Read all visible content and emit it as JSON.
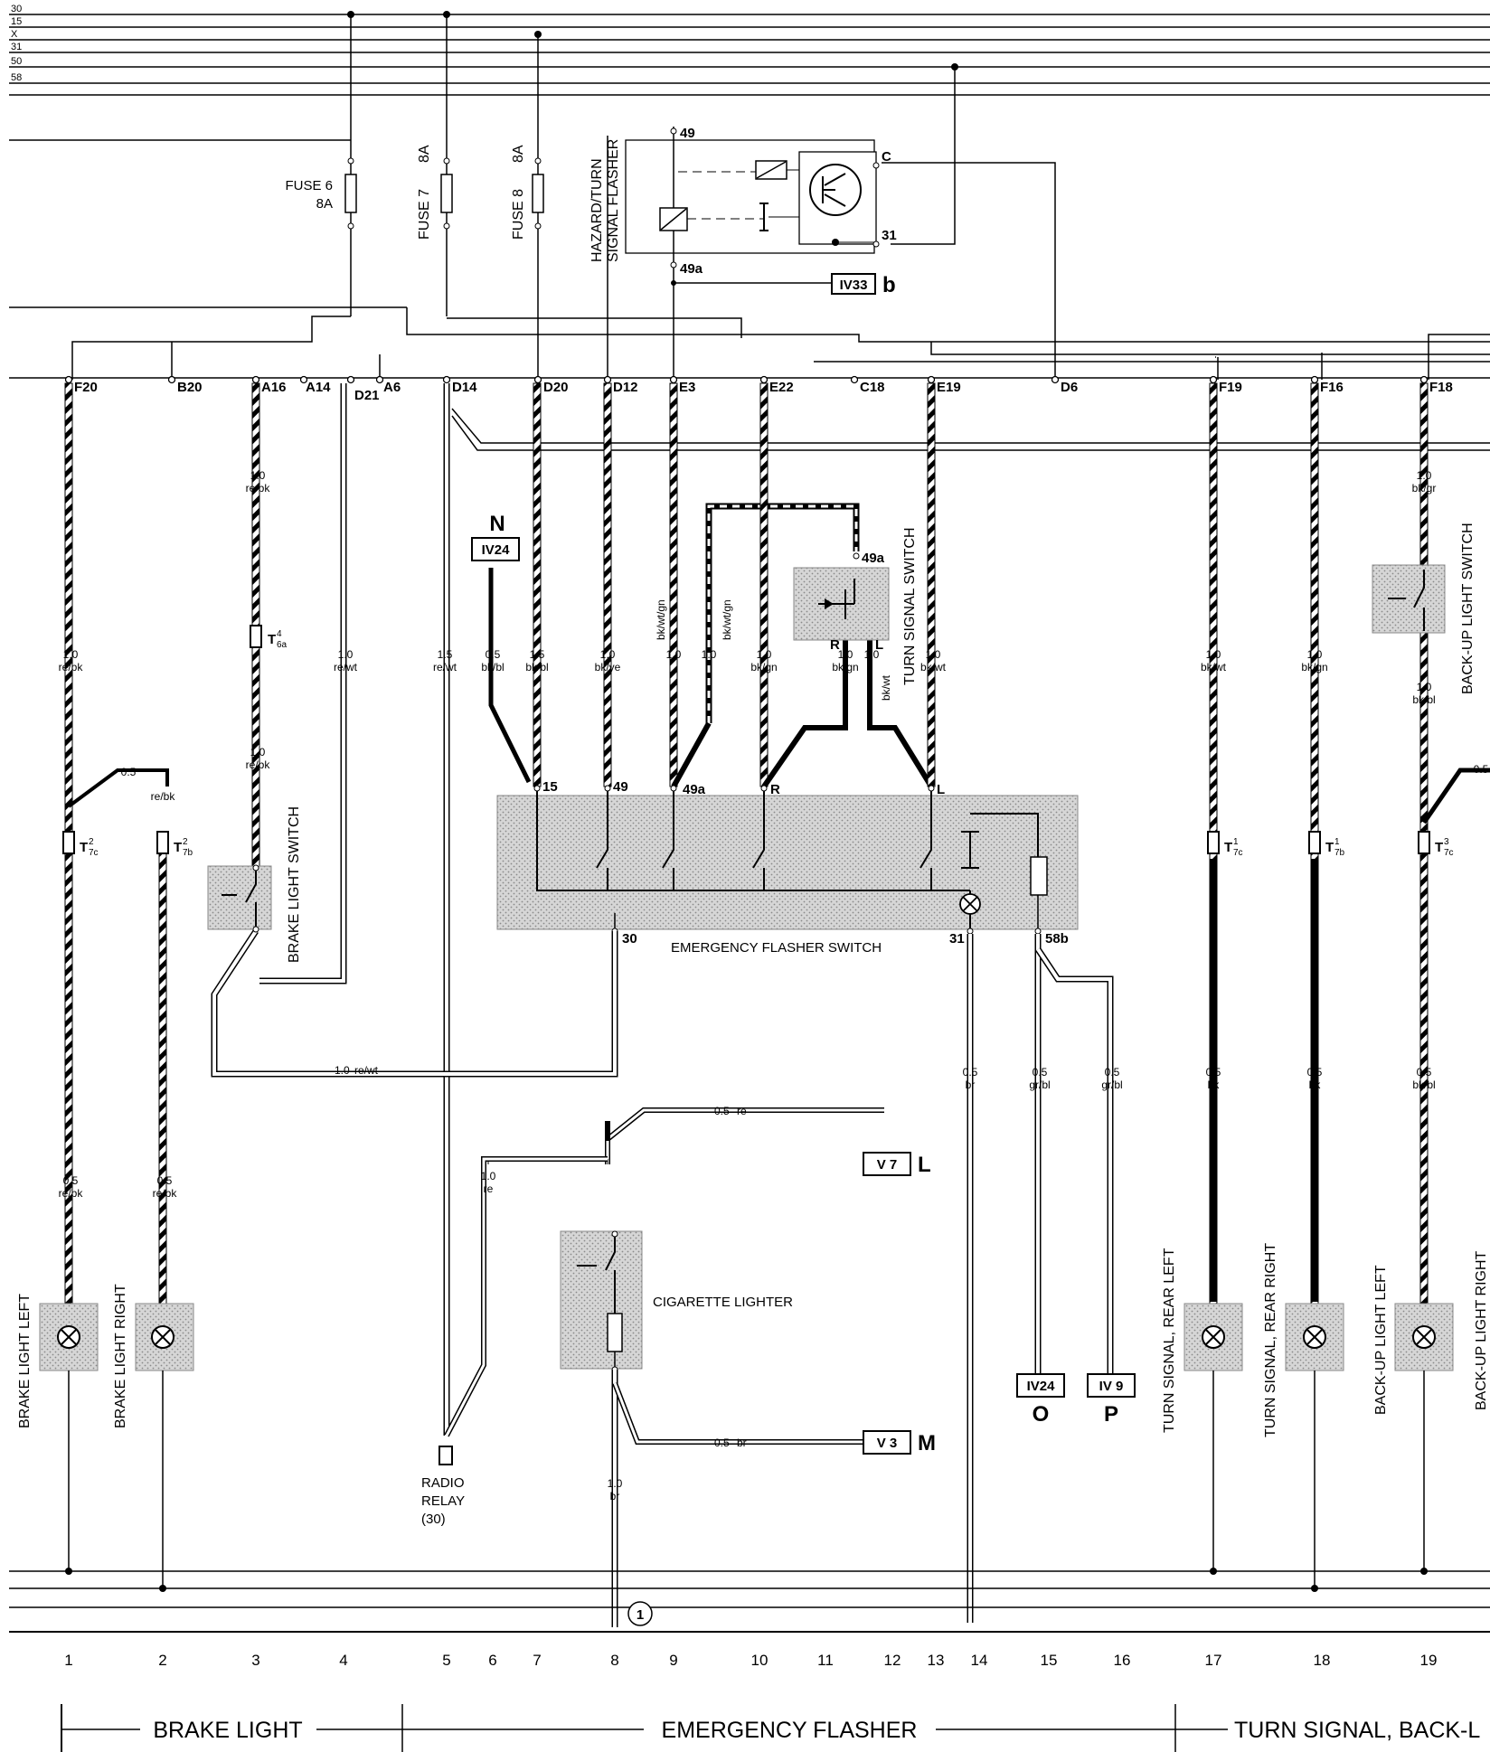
{
  "rails": [
    "30",
    "15",
    "X",
    "31",
    "50",
    "58"
  ],
  "connectors": {
    "F20": "F20",
    "B20": "B20",
    "A16": "A16",
    "A14": "A14",
    "D21": "D21",
    "A6": "A6",
    "D14": "D14",
    "D20": "D20",
    "D12": "D12",
    "E3": "E3",
    "E22": "E22",
    "C18": "C18",
    "E19": "E19",
    "D6": "D6",
    "F19": "F19",
    "F16": "F16",
    "F18": "F18"
  },
  "fuses": {
    "fuse6": "FUSE 6",
    "fuse6_rating": "8A",
    "fuse7": "FUSE 7",
    "fuse7_rating": "8A",
    "fuse8": "FUSE 8",
    "fuse8_rating": "8A"
  },
  "flasher": {
    "title1": "HAZARD/TURN",
    "title2": "SIGNAL FLASHER",
    "t49": "49",
    "t49a": "49a",
    "tC": "C",
    "t31": "31",
    "ref": "IV33",
    "ref_letter": "b"
  },
  "refs": {
    "N": "N",
    "N_box": "IV24",
    "L": "L",
    "L_box": "V 7",
    "M": "M",
    "M_box": "V 3",
    "O": "O",
    "O_box": "IV24",
    "P": "P",
    "P_box": "IV 9"
  },
  "components": {
    "turn_signal_switch": "TURN SIGNAL SWITCH",
    "tss_49a": "49a",
    "tss_R": "R",
    "tss_L": "L",
    "emergency_flasher_switch": "EMERGENCY FLASHER SWITCH",
    "efs_15": "15",
    "efs_49": "49",
    "efs_49a": "49a",
    "efs_R": "R",
    "efs_L": "L",
    "efs_30": "30",
    "efs_31": "31",
    "efs_58b": "58b",
    "brake_light_switch": "BRAKE LIGHT SWITCH",
    "backup_light_switch": "BACK-UP LIGHT SWITCH",
    "cigarette_lighter": "CIGARETTE LIGHTER",
    "radio_relay_1": "RADIO",
    "radio_relay_2": "RELAY",
    "radio_relay_3": "(30)",
    "ground_marker": "1"
  },
  "lamps": {
    "brake_left": "BRAKE LIGHT LEFT",
    "brake_right": "BRAKE LIGHT RIGHT",
    "turn_rear_left": "TURN SIGNAL, REAR LEFT",
    "turn_rear_right": "TURN SIGNAL, REAR RIGHT",
    "backup_left": "BACK-UP LIGHT LEFT",
    "backup_right_partial": "BACK-UP LIGHT RIGHT"
  },
  "plugs": {
    "t7c2": "T",
    "t7c2_sub": "7c",
    "t7c2_sup": "2",
    "t7b2": "T",
    "t7b2_sub": "7b",
    "t7b2_sup": "2",
    "t6a4": "T",
    "t6a4_sub": "6a",
    "t6a4_sup": "4",
    "t7c1": "T",
    "t7c1_sub": "7c",
    "t7c1_sup": "1",
    "t7b1": "T",
    "t7b1_sub": "7b",
    "t7b1_sup": "1",
    "t7c3": "T",
    "t7c3_sub": "7c",
    "t7c3_sup": "3"
  },
  "wires": {
    "w1_size": "1.0",
    "w1_color": "re/bk",
    "w1b_size": "0.5",
    "w1b_color": "re/bk",
    "w2a_size": "0.5",
    "w2a_color": "re/bk",
    "w2b_size": "0.5",
    "w2b_color": "re/bk",
    "w3a_size": "1.0",
    "w3a_color": "re/bk",
    "w3b_size": "1.0",
    "w3b_color": "re/bk",
    "w4_size": "1.0",
    "w4_color": "re/wt",
    "w5_size": "1.5",
    "w5_color": "re/wt",
    "wN_size": "0.5",
    "wN_color": "bk/bl",
    "w7_size": "1.5",
    "w7_color": "bk/bl",
    "w8_size": "1.0",
    "w8_color": "bk/ye",
    "w9_size": "1.0",
    "w9_color": "bk/wt/gn",
    "w9b_size": "1.0",
    "w9b_color": "bk/wt/gn",
    "w10_size": "1.0",
    "w10_color": "bk/gn",
    "w11_size": "1.0",
    "w11_color": "bk/gn",
    "w12_size": "1.0",
    "w12_color": "bk/wt",
    "w13_size": "1.0",
    "w13_color": "bk/wt",
    "w30_size": "1.0",
    "w30_color": "re/wt",
    "wL_size": "0.5",
    "wL_color": "re",
    "wRR_size": "1.0",
    "wRR_color": "re",
    "wM_size": "0.5",
    "wM_color": "br",
    "w8g_size": "1.0",
    "w8g_color": "br",
    "w14_size": "0.5",
    "w14_color": "br",
    "w15_size": "0.5",
    "w15_color": "gr/bl",
    "w16_size": "0.5",
    "w16_color": "gr/bl",
    "w17a_size": "1.0",
    "w17a_color": "bk/wt",
    "w17b_size": "0.5",
    "w17b_color": "bk",
    "w18a_size": "1.0",
    "w18a_color": "bk/gn",
    "w18b_size": "0.5",
    "w18b_color": "bk",
    "w19a_size": "1.0",
    "w19a_color": "bk/gr",
    "w19b_size": "1.0",
    "w19b_color": "bk/bl",
    "w19c_size": "0.5",
    "w19c_color": "bk/bl",
    "w19d_size": "0.5"
  },
  "columns": [
    "1",
    "2",
    "3",
    "4",
    "5",
    "6",
    "7",
    "8",
    "9",
    "10",
    "11",
    "12",
    "13",
    "14",
    "15",
    "16",
    "17",
    "18",
    "19"
  ],
  "sections": {
    "brake": "BRAKE LIGHT",
    "emergency": "EMERGENCY FLASHER",
    "turn": "TURN SIGNAL, BACK-L"
  }
}
